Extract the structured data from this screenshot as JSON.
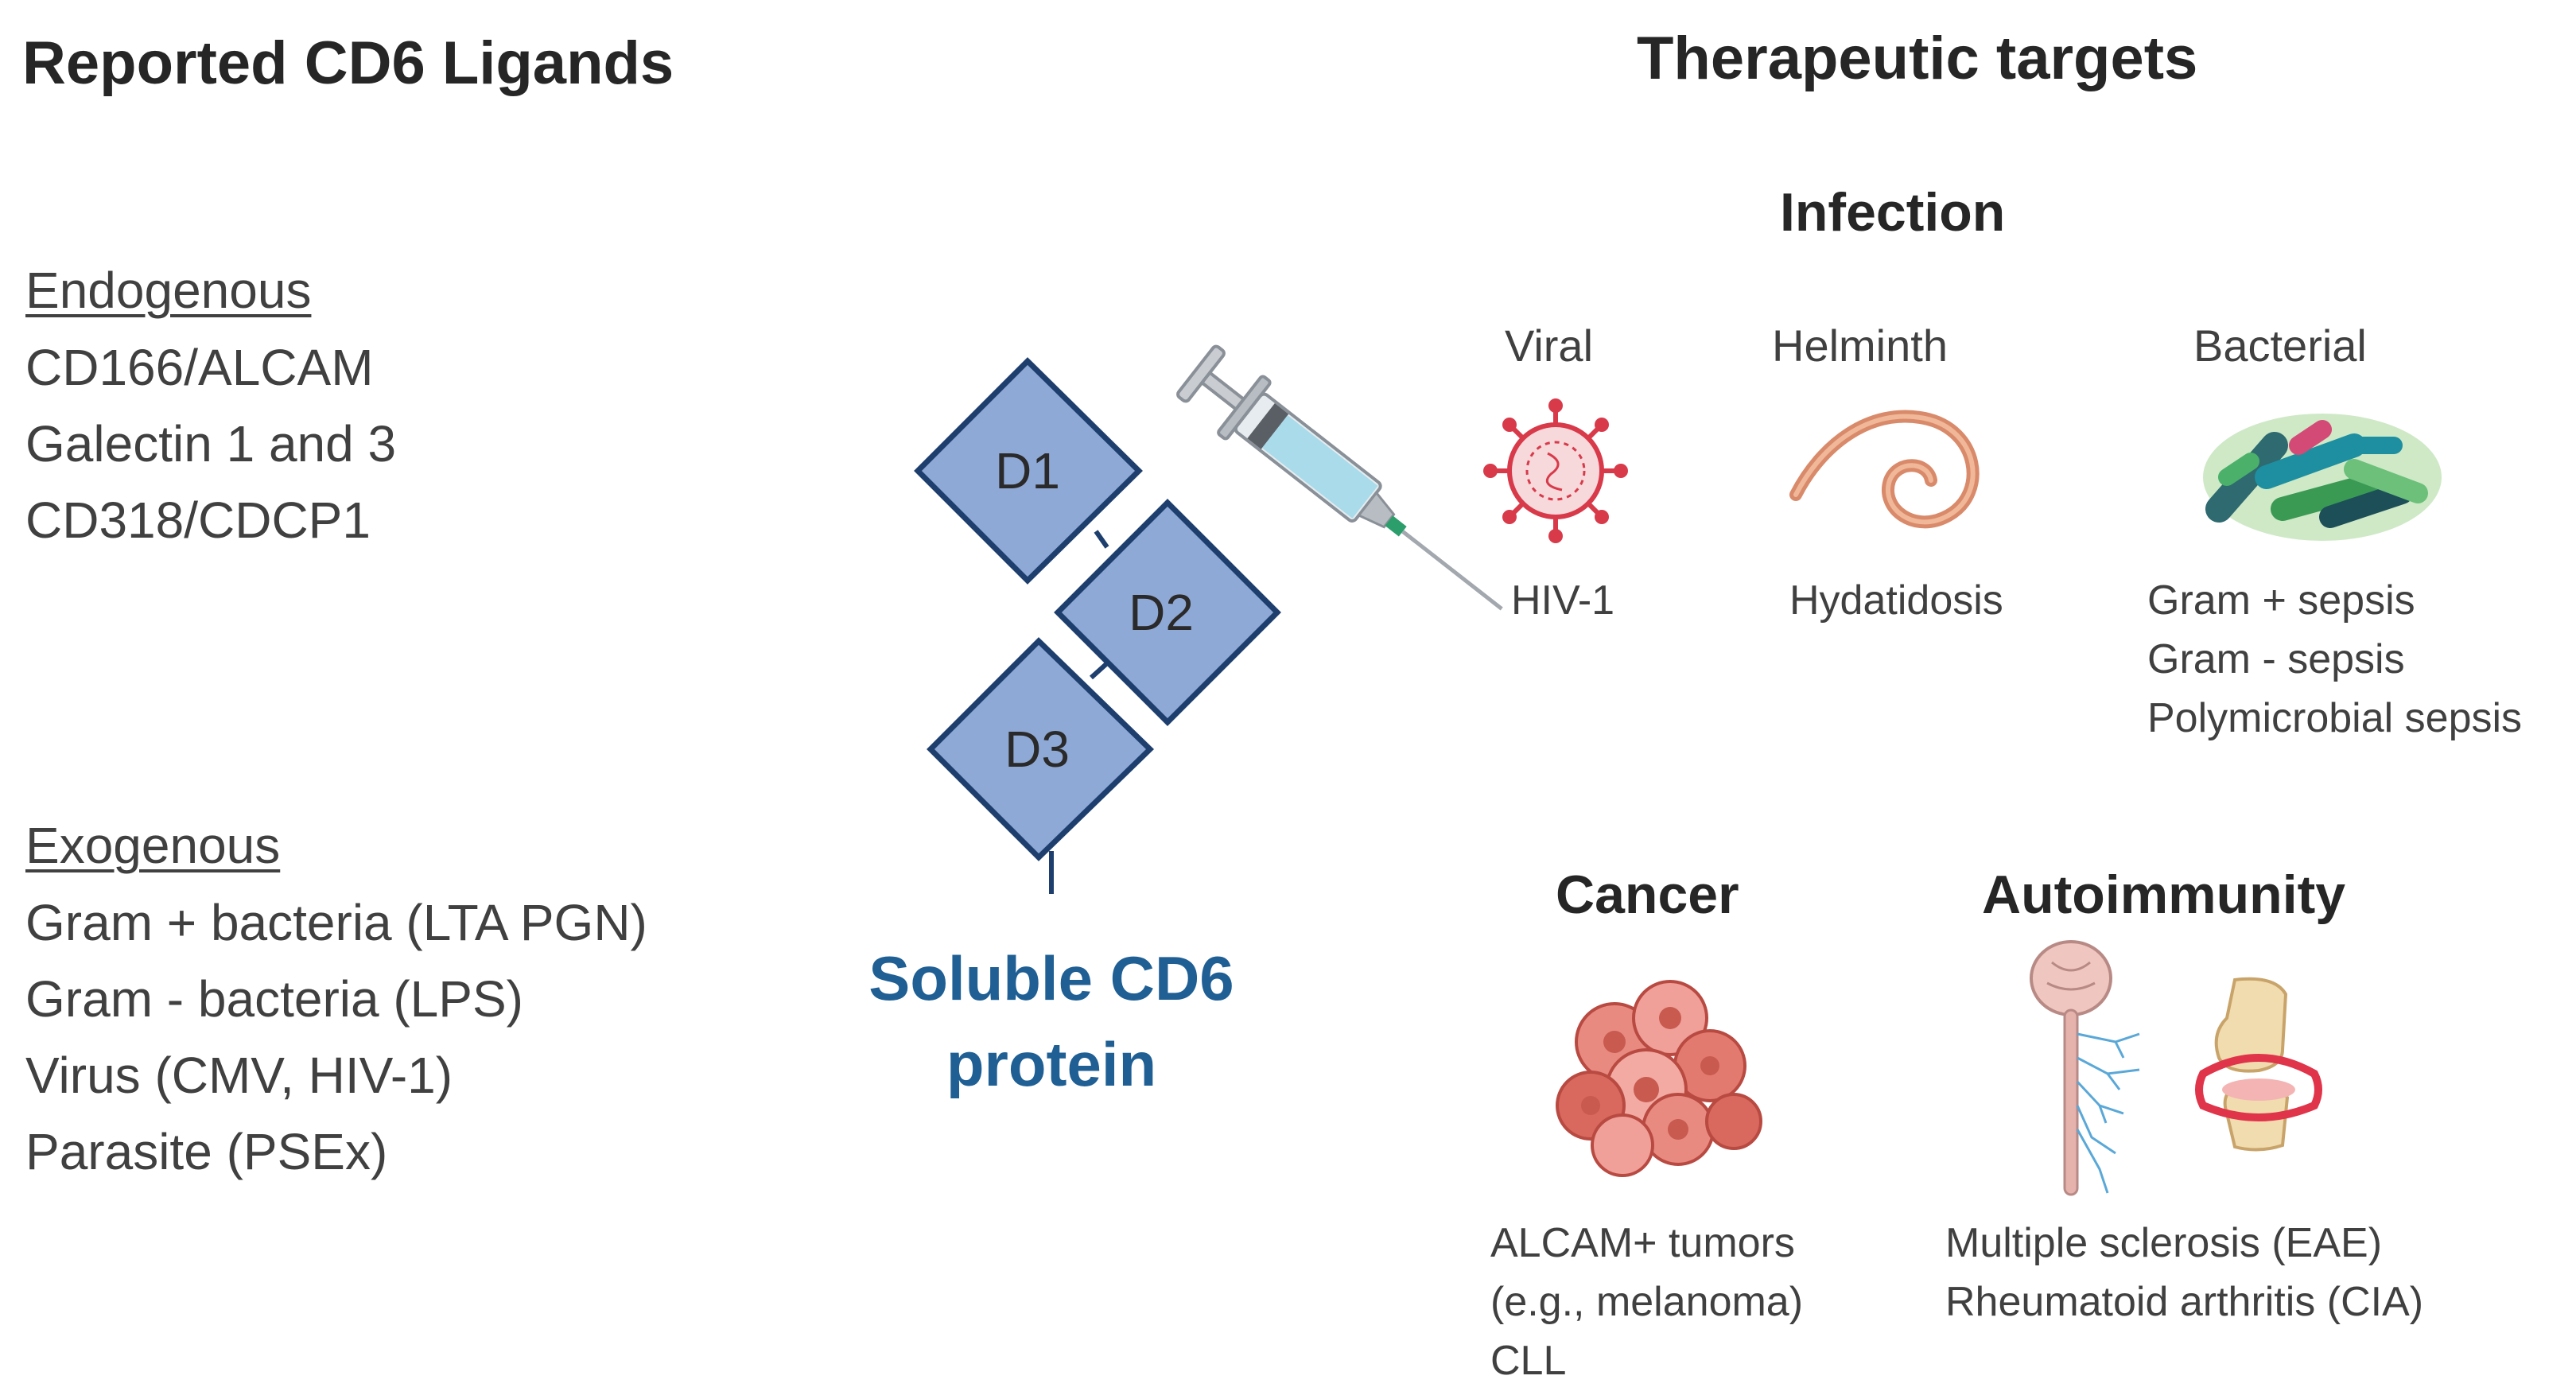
{
  "left": {
    "title": "Reported CD6 Ligands",
    "endogenous": {
      "heading": "Endogenous",
      "items": [
        "CD166/ALCAM",
        "Galectin 1 and 3",
        "CD318/CDCP1"
      ]
    },
    "exogenous": {
      "heading": "Exogenous",
      "items": [
        "Gram + bacteria (LTA PGN)",
        "Gram - bacteria (LPS)",
        "Virus (CMV, HIV-1)",
        "Parasite (PSEx)"
      ]
    }
  },
  "center": {
    "domains": [
      "D1",
      "D2",
      "D3"
    ],
    "label_line1": "Soluble CD6",
    "label_line2": "protein",
    "domain_fill": "#8fa9d6",
    "domain_stroke": "#1e3f6e",
    "label_color": "#1f5f94"
  },
  "right": {
    "title": "Therapeutic targets",
    "infection": {
      "heading": "Infection",
      "viral": {
        "label": "Viral",
        "items": [
          "HIV-1"
        ]
      },
      "helminth": {
        "label": "Helminth",
        "items": [
          "Hydatidosis"
        ]
      },
      "bacterial": {
        "label": "Bacterial",
        "items": [
          "Gram + sepsis",
          "Gram - sepsis",
          "Polymicrobial sepsis"
        ]
      }
    },
    "cancer": {
      "heading": "Cancer",
      "items": [
        "ALCAM+ tumors",
        "(e.g., melanoma)",
        "CLL"
      ]
    },
    "autoimmunity": {
      "heading": "Autoimmunity",
      "items": [
        "Multiple sclerosis (EAE)",
        "Rheumatoid arthritis (CIA)"
      ]
    }
  },
  "icons": [
    "syringe-icon",
    "virus-icon",
    "helminth-icon",
    "bacteria-icon",
    "tumor-cells-icon",
    "nervous-system-icon",
    "joint-icon"
  ]
}
